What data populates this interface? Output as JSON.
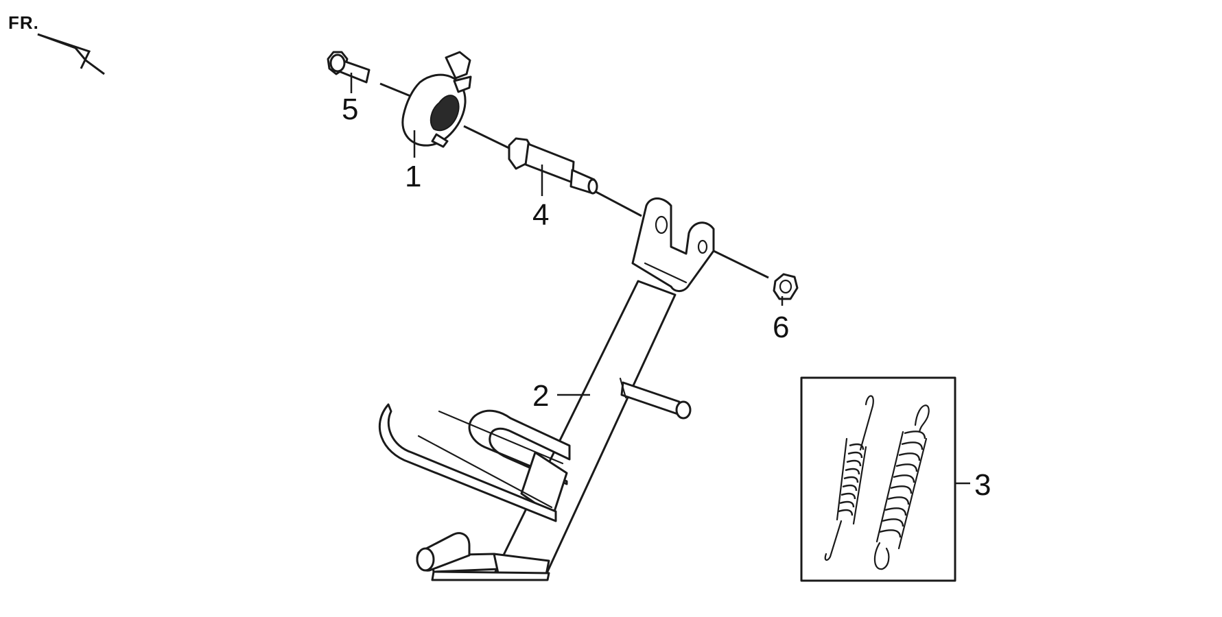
{
  "orientation_label": "FR.",
  "callouts": {
    "one": "1",
    "two": "2",
    "three": "3",
    "four": "4",
    "five": "5",
    "six": "6"
  },
  "icons": {
    "front_direction": "arrow-icon"
  },
  "colors": {
    "line": "#1a1a1a",
    "background": "#ffffff"
  }
}
